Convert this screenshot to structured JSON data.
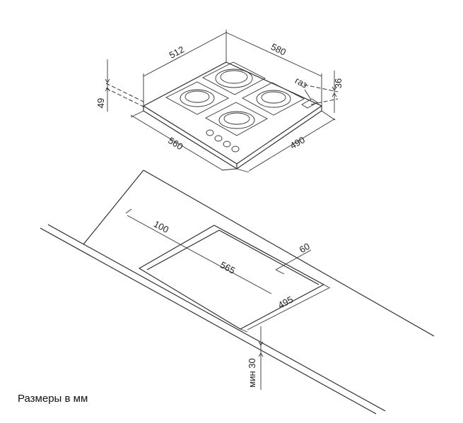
{
  "hob": {
    "dim_width_back": "512",
    "dim_depth_side": "580",
    "dim_height_total": "49",
    "dim_height_gas": "36",
    "gas_label": "газ",
    "dim_front_width": "560",
    "dim_right_depth": "490"
  },
  "cutout": {
    "dim_back_offset": "100",
    "dim_right_offset": "60",
    "dim_cut_width": "565",
    "dim_cut_depth": "495",
    "dim_min_thickness": "мин 30"
  },
  "caption": "Размеры в мм"
}
